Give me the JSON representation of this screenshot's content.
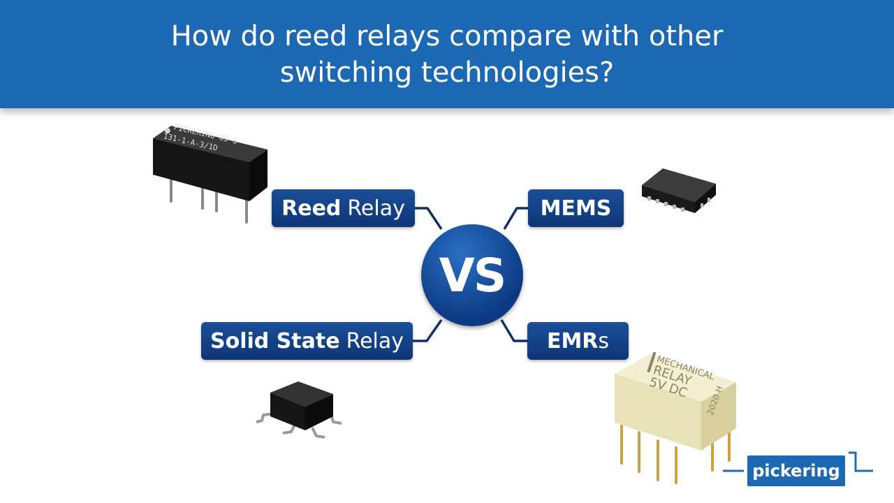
{
  "banner": {
    "title": "How do reed relays compare with other switching technologies?"
  },
  "center": {
    "label": "VS"
  },
  "labels": {
    "reed": {
      "bold": "Reed",
      "regular": "Relay"
    },
    "mems": {
      "text": "MEMS"
    },
    "ssr": {
      "bold": "Solid State",
      "regular": "Relay"
    },
    "emr": {
      "bold": "EMR",
      "regular": "s"
    }
  },
  "components": {
    "reed_relay_marking_line1": "PICKERING  05 S",
    "reed_relay_marking_line2": "131-1-A-3/1D",
    "emr_marking_line1": "MECHANICAL",
    "emr_marking_line2": "RELAY",
    "emr_marking_line3": "5V DC",
    "emr_marking_date": "2020 H"
  },
  "logo": {
    "text": "pickering"
  },
  "colors": {
    "banner": "#1d68b3",
    "label_bg": "#123f85",
    "connector": "#0f2f66",
    "emr_body": "#eee9c4"
  }
}
